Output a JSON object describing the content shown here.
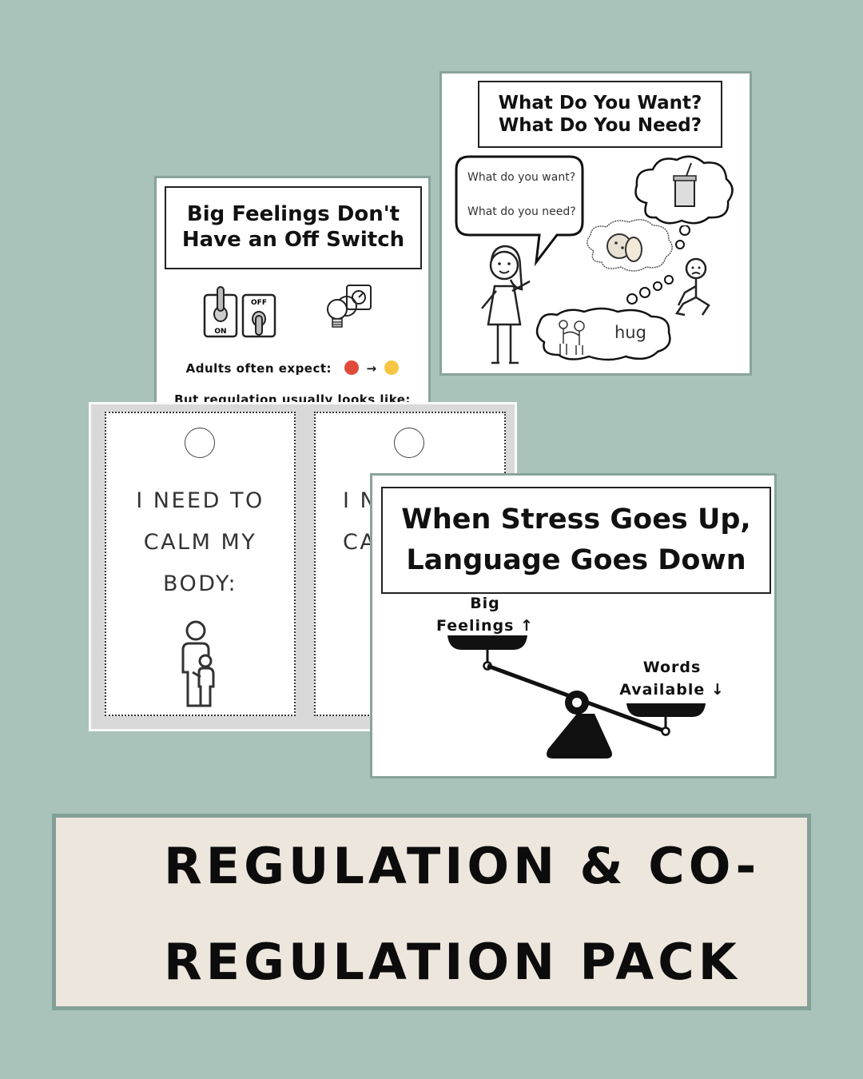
{
  "cards": {
    "feelings": {
      "title_line1": "Big Feelings Don't",
      "title_line2": "Have an Off Switch",
      "switch_on": "ON",
      "switch_off": "OFF",
      "adults_expect": "Adults often expect:",
      "regulation_looks": "But regulation usually looks like:"
    },
    "want_need": {
      "title_line1": "What Do You Want?",
      "title_line2": "What Do You Need?",
      "bubble_q1": "What do you want?",
      "bubble_q2": "What do you need?",
      "hug": "hug"
    },
    "hangers": {
      "left_lines": [
        "I NEED TO",
        "CALM MY",
        "BODY:"
      ],
      "right_lines": [
        "I N",
        "CA"
      ]
    },
    "stress": {
      "title_line1": "When Stress Goes Up,",
      "title_line2": "Language Goes Down",
      "big_feelings_1": "Big",
      "big_feelings_2": "Feelings ↑",
      "words_1": "Words",
      "words_2": "Available ↓"
    }
  },
  "banner": {
    "line1": "REGULATION & CO-",
    "line2": "REGULATION PACK"
  },
  "colors": {
    "background": "#a9c3bb",
    "banner_bg": "#ede6dd",
    "banner_border": "#82a097",
    "card_border": "#88a49c"
  }
}
